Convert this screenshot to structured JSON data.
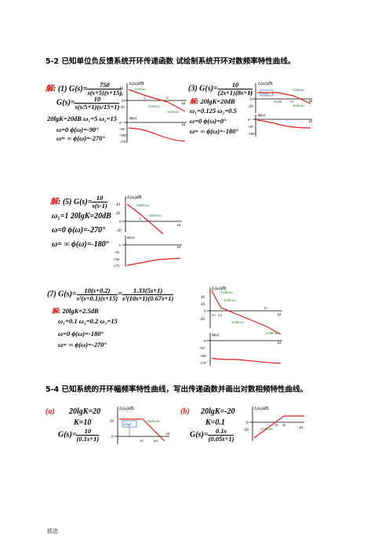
{
  "heading1": "5-2   已知单位负反馈系统开环传递函数  试绘制系统开环对数频率特性曲线。",
  "p1": {
    "jie": "解",
    "label": ": (1) G(s)=",
    "num": "750",
    "den": "s(s+5)(s+15)",
    "g2": "G(s)=",
    "num2": "10",
    "den2": "s(s/5+1)(s/15+1)",
    "line3": "20lgK=20dB  ω₁=5  ω₂=15",
    "line4": "ω=0      ϕ(ω)=-90°",
    "line5": "ω= ∞    ϕ(ω)=-270°"
  },
  "p3": {
    "label": "(3) G(s)=",
    "num": "10",
    "den": "(2s+1)(8s+1)",
    "jie": "解",
    "line2": ": 20lgK=20dB",
    "line3": "ω₁=0.125   ω₂=0.5",
    "line4": "ω=0      ϕ(ω)=0°",
    "line5": "ω= ∞   ϕ(ω)=-180°"
  },
  "p5": {
    "jie": "解",
    "label": ": (5) G(s)=",
    "num": "10",
    "den": "s(s-1)",
    "line2": "ω₁=1    20lgK=20dB",
    "line3": "ω=0     ϕ(ω)=-270°",
    "line4": "ω= ∞  ϕ(ω)=-180°"
  },
  "p7": {
    "label": "(7) G(s)=",
    "num": "10(s+0.2)",
    "den": "s²(s+0.1)(s+15)",
    "eq": "=",
    "num2": "1.33(5s+1)",
    "den2": "s²(10s+1)(0.67s+1)",
    "jie": "解",
    "line2": ": 20lgK=2.5dB",
    "line3": "ω₁=0.1      ω₂=0.2      ω₃=15",
    "line4": "ω=0      ϕ(ω)=-180°",
    "line5": "ω= ∞    ϕ(ω)=-270°"
  },
  "heading2": "5-4  已知系统的开环幅频率特性曲线，写出传递函数并画出对数相频特性曲线。",
  "pa": {
    "tag": "(a)",
    "line1": "20lgK=20",
    "line2": "K=10",
    "g": "G(s)=",
    "num": "10",
    "den": "(0.1s+1)"
  },
  "pb": {
    "tag": "(b)",
    "line1": "20lgK=-20",
    "line2": "K=0.1",
    "g": "G(s)=",
    "num": "0.1s",
    "den": "(0.05s+1)"
  },
  "plots": {
    "L_label": "L(ω)dB",
    "phi_label": "ϕ(ω)",
    "omega": "ω",
    "p1": {
      "ticks_L": [
        "40",
        "20",
        "0",
        "-20"
      ],
      "ticks_phi": [
        "0°",
        "-90°",
        "-180°",
        "-270°"
      ],
      "slopes": [
        "-20dB/dec",
        "-40dB/dec",
        "-60dB/dec"
      ],
      "freqs": [
        "5",
        "15"
      ]
    },
    "p3": {
      "ticks_L": [
        "20",
        "0",
        "-20"
      ],
      "ticks_phi": [
        "0°",
        "-90°",
        "-180°"
      ],
      "box": "20lgK",
      "slopes": [
        "-20dB/dec",
        "-40dB/dec"
      ],
      "freqs": [
        "0.125",
        "0.5"
      ]
    },
    "p5": {
      "ticks_L": [
        "40",
        "20",
        "0",
        "-20"
      ],
      "ticks_phi": [
        "0",
        "-90",
        "-180",
        "-270"
      ],
      "slopes": [
        "-20dB/dec",
        "-40dB/dec"
      ],
      "freqs": [
        "1"
      ]
    },
    "p7": {
      "ticks_L": [
        "40",
        "20",
        "0",
        "-20"
      ],
      "ticks_phi": [
        "0°",
        "-90°",
        "-180°",
        "-270°"
      ],
      "slopes": [
        "-40dB/dec",
        "-60dB/dec",
        "-40dB/dec",
        "-60dB/dec"
      ],
      "freqs": [
        "0.1",
        "0.2",
        "15"
      ]
    },
    "pa": {
      "ticks_L": [
        "20",
        "0"
      ],
      "box": "20lgK",
      "slope": "-20dB/dec",
      "freq": "10",
      "wc": "ωc"
    },
    "pb": {
      "ticks_L": [
        "0",
        "-20"
      ],
      "slope": "20dB/dec",
      "freqs": [
        "10",
        "20"
      ]
    }
  },
  "footer": "精选",
  "colors": {
    "accent_red": "#e0201a",
    "tick_green": "#2e7d32",
    "box_blue": "#1a55c8"
  }
}
